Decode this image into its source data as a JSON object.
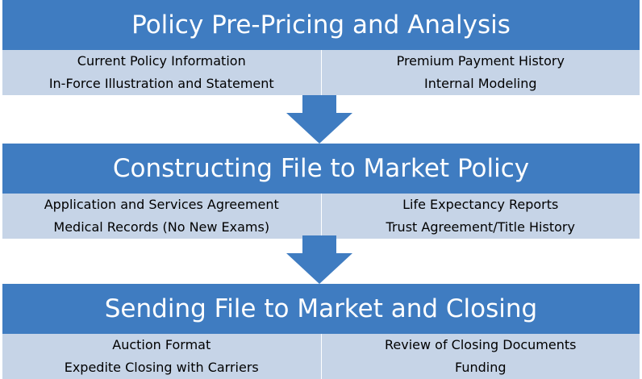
{
  "colors": {
    "header_bg": "#3f7cc1",
    "detail_bg": "#c6d4e7",
    "arrow": "#3f7cc1",
    "header_text": "#ffffff",
    "detail_text": "#000000"
  },
  "stages": [
    {
      "title": "Policy Pre-Pricing and Analysis",
      "left_items": [
        "Current Policy Information",
        "In-Force Illustration and Statement"
      ],
      "right_items": [
        "Premium Payment History",
        "Internal Modeling"
      ]
    },
    {
      "title": "Constructing File to Market Policy",
      "left_items": [
        "Application and Services Agreement",
        "Medical Records (No New Exams)"
      ],
      "right_items": [
        "Life Expectancy Reports",
        "Trust Agreement/Title History"
      ]
    },
    {
      "title": "Sending File to Market and Closing",
      "left_items": [
        "Auction Format",
        "Expedite Closing with Carriers"
      ],
      "right_items": [
        "Review of Closing Documents",
        "Funding"
      ]
    }
  ],
  "arrows": [
    {
      "icon": "down-arrow-icon"
    },
    {
      "icon": "down-arrow-icon"
    }
  ]
}
